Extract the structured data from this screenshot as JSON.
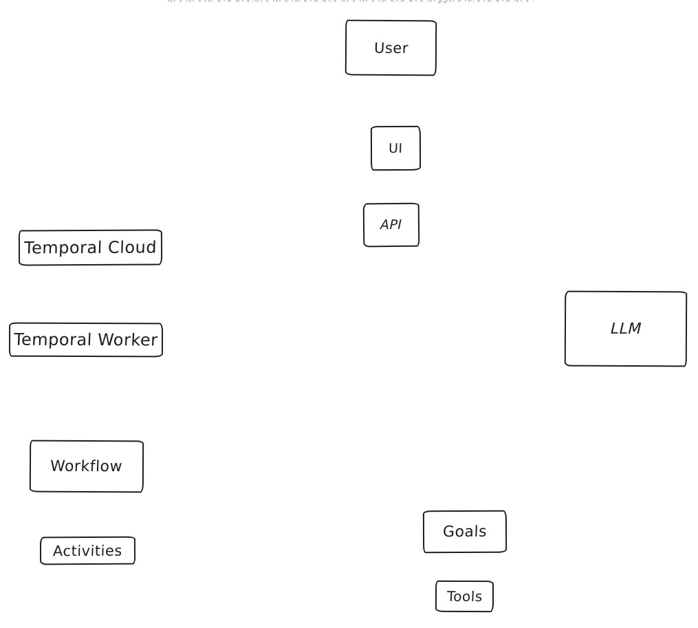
{
  "diagram": {
    "colors": {
      "stroke": "#1e1e1e",
      "background": "#ffffff",
      "clipped_text_gray": "#a6a6a6"
    },
    "nodes": {
      "user": {
        "label": "User"
      },
      "ui": {
        "label": "UI"
      },
      "api": {
        "label": "API"
      },
      "temporal_cloud": {
        "label": "Temporal Cloud"
      },
      "temporal_worker": {
        "label": "Temporal Worker"
      },
      "llm": {
        "label": "LLM"
      },
      "workflow": {
        "label": "Workflow"
      },
      "goals": {
        "label": "Goals"
      },
      "activities": {
        "label": "Activities"
      },
      "tools": {
        "label": "Tools"
      }
    }
  }
}
